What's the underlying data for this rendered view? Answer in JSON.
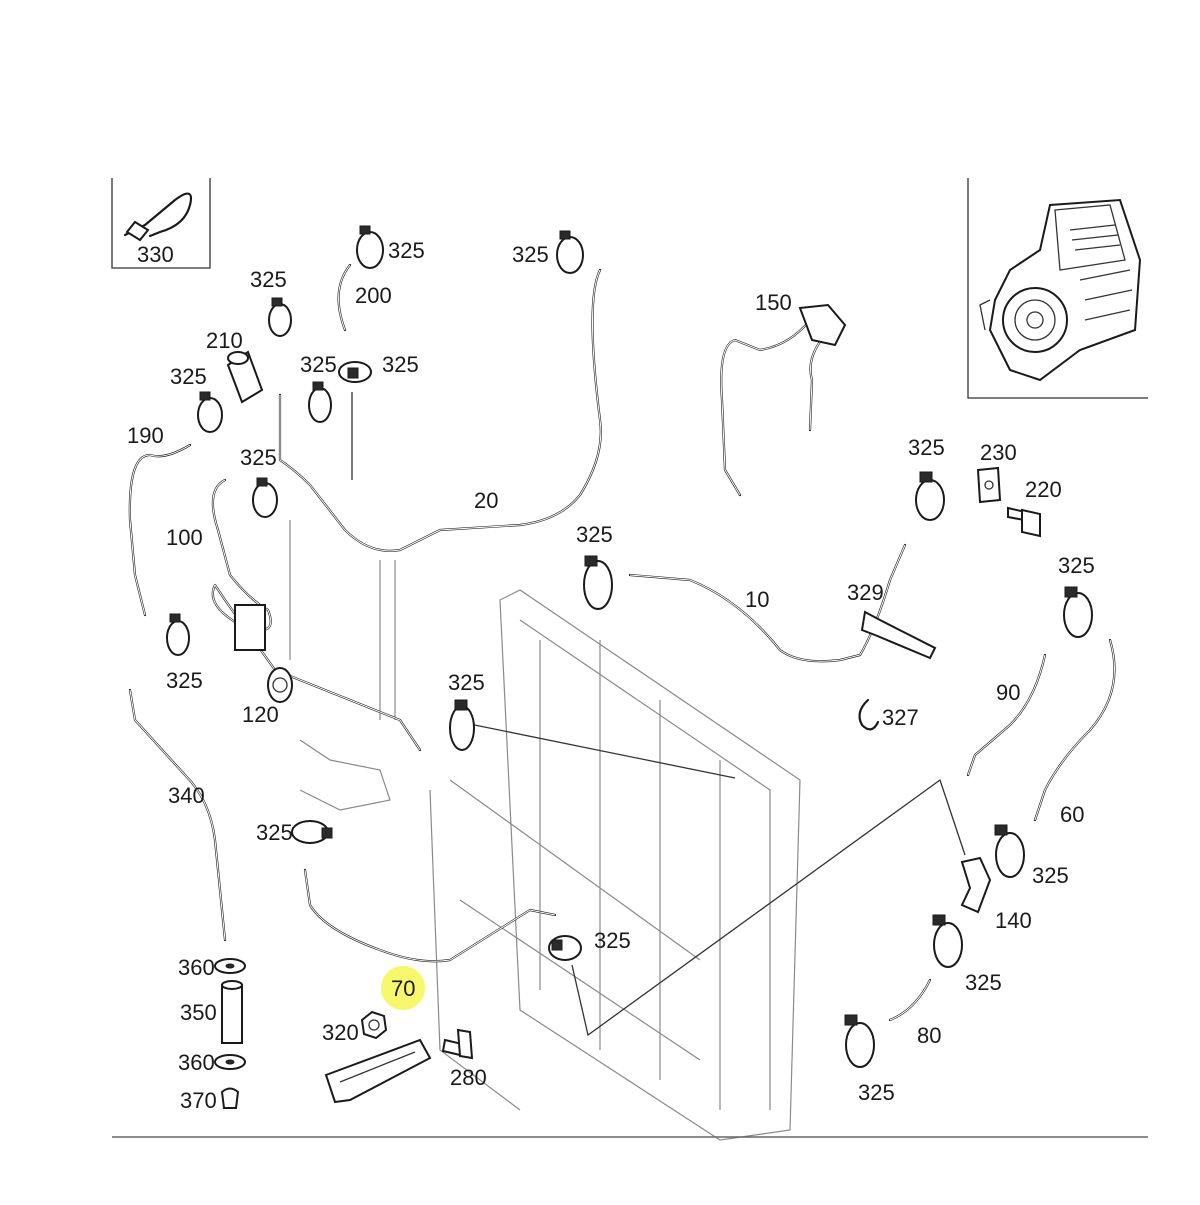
{
  "diagram": {
    "highlight_color": "#f4f43a",
    "line_color": "#1a1a1a",
    "labels": {
      "p330": "330",
      "p325_a": "325",
      "p200": "200",
      "p325_b": "325",
      "p325_c": "325",
      "p210": "210",
      "p325_d": "325",
      "p325_e": "325",
      "p325_f": "325",
      "p190": "190",
      "p325_g": "325",
      "p100": "100",
      "p20": "20",
      "p150": "150",
      "p325_h": "325",
      "p230": "230",
      "p220": "220",
      "p325_i": "325",
      "p10": "10",
      "p329": "329",
      "p325_j": "325",
      "p325_k": "325",
      "p327": "327",
      "p120": "120",
      "p325_l": "325",
      "p90": "90",
      "p340": "340",
      "p60": "60",
      "p325_m": "325",
      "p325_n": "325",
      "p140": "140",
      "p325_o": "325",
      "p325_p": "325",
      "p70": "70",
      "p360_a": "360",
      "p350": "350",
      "p320": "320",
      "p280": "280",
      "p80": "80",
      "p360_b": "360",
      "p370": "370",
      "p325_q": "325"
    }
  }
}
